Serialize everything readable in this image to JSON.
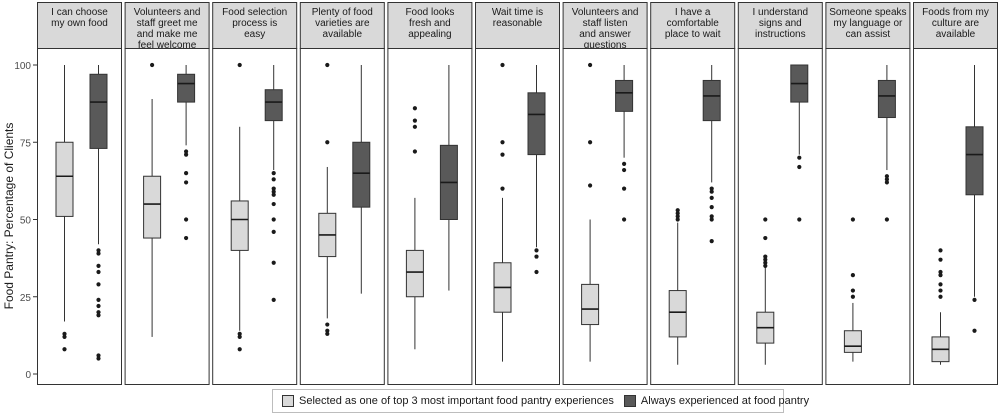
{
  "chart_data": {
    "type": "boxplot",
    "ylabel": "Food Pantry: Percentage of Clients",
    "ylim": [
      0,
      100
    ],
    "yticks": [
      0,
      25,
      50,
      75,
      100
    ],
    "grid": false,
    "legend_position": "bottom",
    "series": [
      {
        "name": "Selected as one of top 3 most important food pantry experiences",
        "color": "#d9d9d9"
      },
      {
        "name": "Always experienced at food pantry",
        "color": "#595959"
      }
    ],
    "panels": [
      {
        "title": [
          "I can choose",
          "my own food"
        ],
        "boxes": [
          {
            "whisker_low": 17,
            "q1": 51,
            "median": 64,
            "q3": 75,
            "whisker_high": 100,
            "outliers": [
              8,
              12,
              13
            ]
          },
          {
            "whisker_low": 42,
            "q1": 73,
            "median": 88,
            "q3": 97,
            "whisker_high": 100,
            "outliers": [
              40,
              39,
              35,
              33,
              29,
              24,
              22,
              20,
              19,
              6,
              5
            ]
          }
        ]
      },
      {
        "title": [
          "Volunteers and",
          "staff greet me",
          "and make me",
          "feel welcome"
        ],
        "boxes": [
          {
            "whisker_low": 12,
            "q1": 44,
            "median": 55,
            "q3": 64,
            "whisker_high": 89,
            "outliers": [
              100
            ]
          },
          {
            "whisker_low": 74,
            "q1": 88,
            "median": 94,
            "q3": 97,
            "whisker_high": 100,
            "outliers": [
              72,
              71,
              65,
              62,
              50,
              44
            ]
          }
        ]
      },
      {
        "title": [
          "Food selection",
          "process is",
          "easy"
        ],
        "boxes": [
          {
            "whisker_low": 14,
            "q1": 40,
            "median": 50,
            "q3": 56,
            "whisker_high": 80,
            "outliers": [
              100,
              13,
              12,
              8
            ]
          },
          {
            "whisker_low": 66,
            "q1": 82,
            "median": 88,
            "q3": 92,
            "whisker_high": 100,
            "outliers": [
              65,
              63,
              60,
              59,
              58,
              55,
              50,
              46,
              36,
              24
            ]
          }
        ]
      },
      {
        "title": [
          "Plenty of food",
          "varieties are",
          "available"
        ],
        "boxes": [
          {
            "whisker_low": 18,
            "q1": 38,
            "median": 45,
            "q3": 52,
            "whisker_high": 67,
            "outliers": [
              100,
              75,
              16,
              14,
              13
            ]
          },
          {
            "whisker_low": 26,
            "q1": 54,
            "median": 65,
            "q3": 75,
            "whisker_high": 100,
            "outliers": []
          }
        ]
      },
      {
        "title": [
          "Food looks",
          "fresh and",
          "appealing"
        ],
        "boxes": [
          {
            "whisker_low": 8,
            "q1": 25,
            "median": 33,
            "q3": 40,
            "whisker_high": 57,
            "outliers": [
              86,
              82,
              80,
              72
            ]
          },
          {
            "whisker_low": 27,
            "q1": 50,
            "median": 62,
            "q3": 74,
            "whisker_high": 100,
            "outliers": []
          }
        ]
      },
      {
        "title": [
          "Wait time is",
          "reasonable"
        ],
        "boxes": [
          {
            "whisker_low": 4,
            "q1": 20,
            "median": 28,
            "q3": 36,
            "whisker_high": 57,
            "outliers": [
              100,
              75,
              71,
              60
            ]
          },
          {
            "whisker_low": 41,
            "q1": 71,
            "median": 84,
            "q3": 91,
            "whisker_high": 100,
            "outliers": [
              40,
              38,
              33
            ]
          }
        ]
      },
      {
        "title": [
          "Volunteers and",
          "staff listen",
          "and answer",
          "questions"
        ],
        "boxes": [
          {
            "whisker_low": 4,
            "q1": 16,
            "median": 21,
            "q3": 29,
            "whisker_high": 50,
            "outliers": [
              100,
              75,
              61
            ]
          },
          {
            "whisker_low": 70,
            "q1": 85,
            "median": 91,
            "q3": 95,
            "whisker_high": 100,
            "outliers": [
              68,
              66,
              60,
              50
            ]
          }
        ]
      },
      {
        "title": [
          "I have a",
          "comfortable",
          "place to wait"
        ],
        "boxes": [
          {
            "whisker_low": 3,
            "q1": 12,
            "median": 20,
            "q3": 27,
            "whisker_high": 49,
            "outliers": [
              53,
              52,
              51,
              50
            ]
          },
          {
            "whisker_low": 62,
            "q1": 82,
            "median": 90,
            "q3": 95,
            "whisker_high": 100,
            "outliers": [
              60,
              59,
              57,
              54,
              51,
              50,
              43
            ]
          }
        ]
      },
      {
        "title": [
          "I understand",
          "signs and",
          "instructions"
        ],
        "boxes": [
          {
            "whisker_low": 3,
            "q1": 10,
            "median": 15,
            "q3": 20,
            "whisker_high": 35,
            "outliers": [
              50,
              44,
              38,
              37,
              36,
              35
            ]
          },
          {
            "whisker_low": 71,
            "q1": 88,
            "median": 94,
            "q3": 100,
            "whisker_high": 100,
            "outliers": [
              70,
              67,
              50
            ]
          }
        ]
      },
      {
        "title": [
          "Someone speaks",
          "my language or",
          "can assist"
        ],
        "boxes": [
          {
            "whisker_low": 4,
            "q1": 7,
            "median": 9,
            "q3": 14,
            "whisker_high": 23,
            "outliers": [
              50,
              32,
              27,
              25
            ]
          },
          {
            "whisker_low": 66,
            "q1": 83,
            "median": 90,
            "q3": 95,
            "whisker_high": 100,
            "outliers": [
              64,
              63,
              62,
              50
            ]
          }
        ]
      },
      {
        "title": [
          "Foods from my",
          "culture are",
          "available"
        ],
        "boxes": [
          {
            "whisker_low": 3,
            "q1": 4,
            "median": 8,
            "q3": 12,
            "whisker_high": 20,
            "outliers": [
              40,
              37,
              33,
              32,
              29,
              27,
              25
            ]
          },
          {
            "whisker_low": 25,
            "q1": 58,
            "median": 71,
            "q3": 80,
            "whisker_high": 100,
            "outliers": [
              24,
              14
            ]
          }
        ]
      }
    ]
  }
}
